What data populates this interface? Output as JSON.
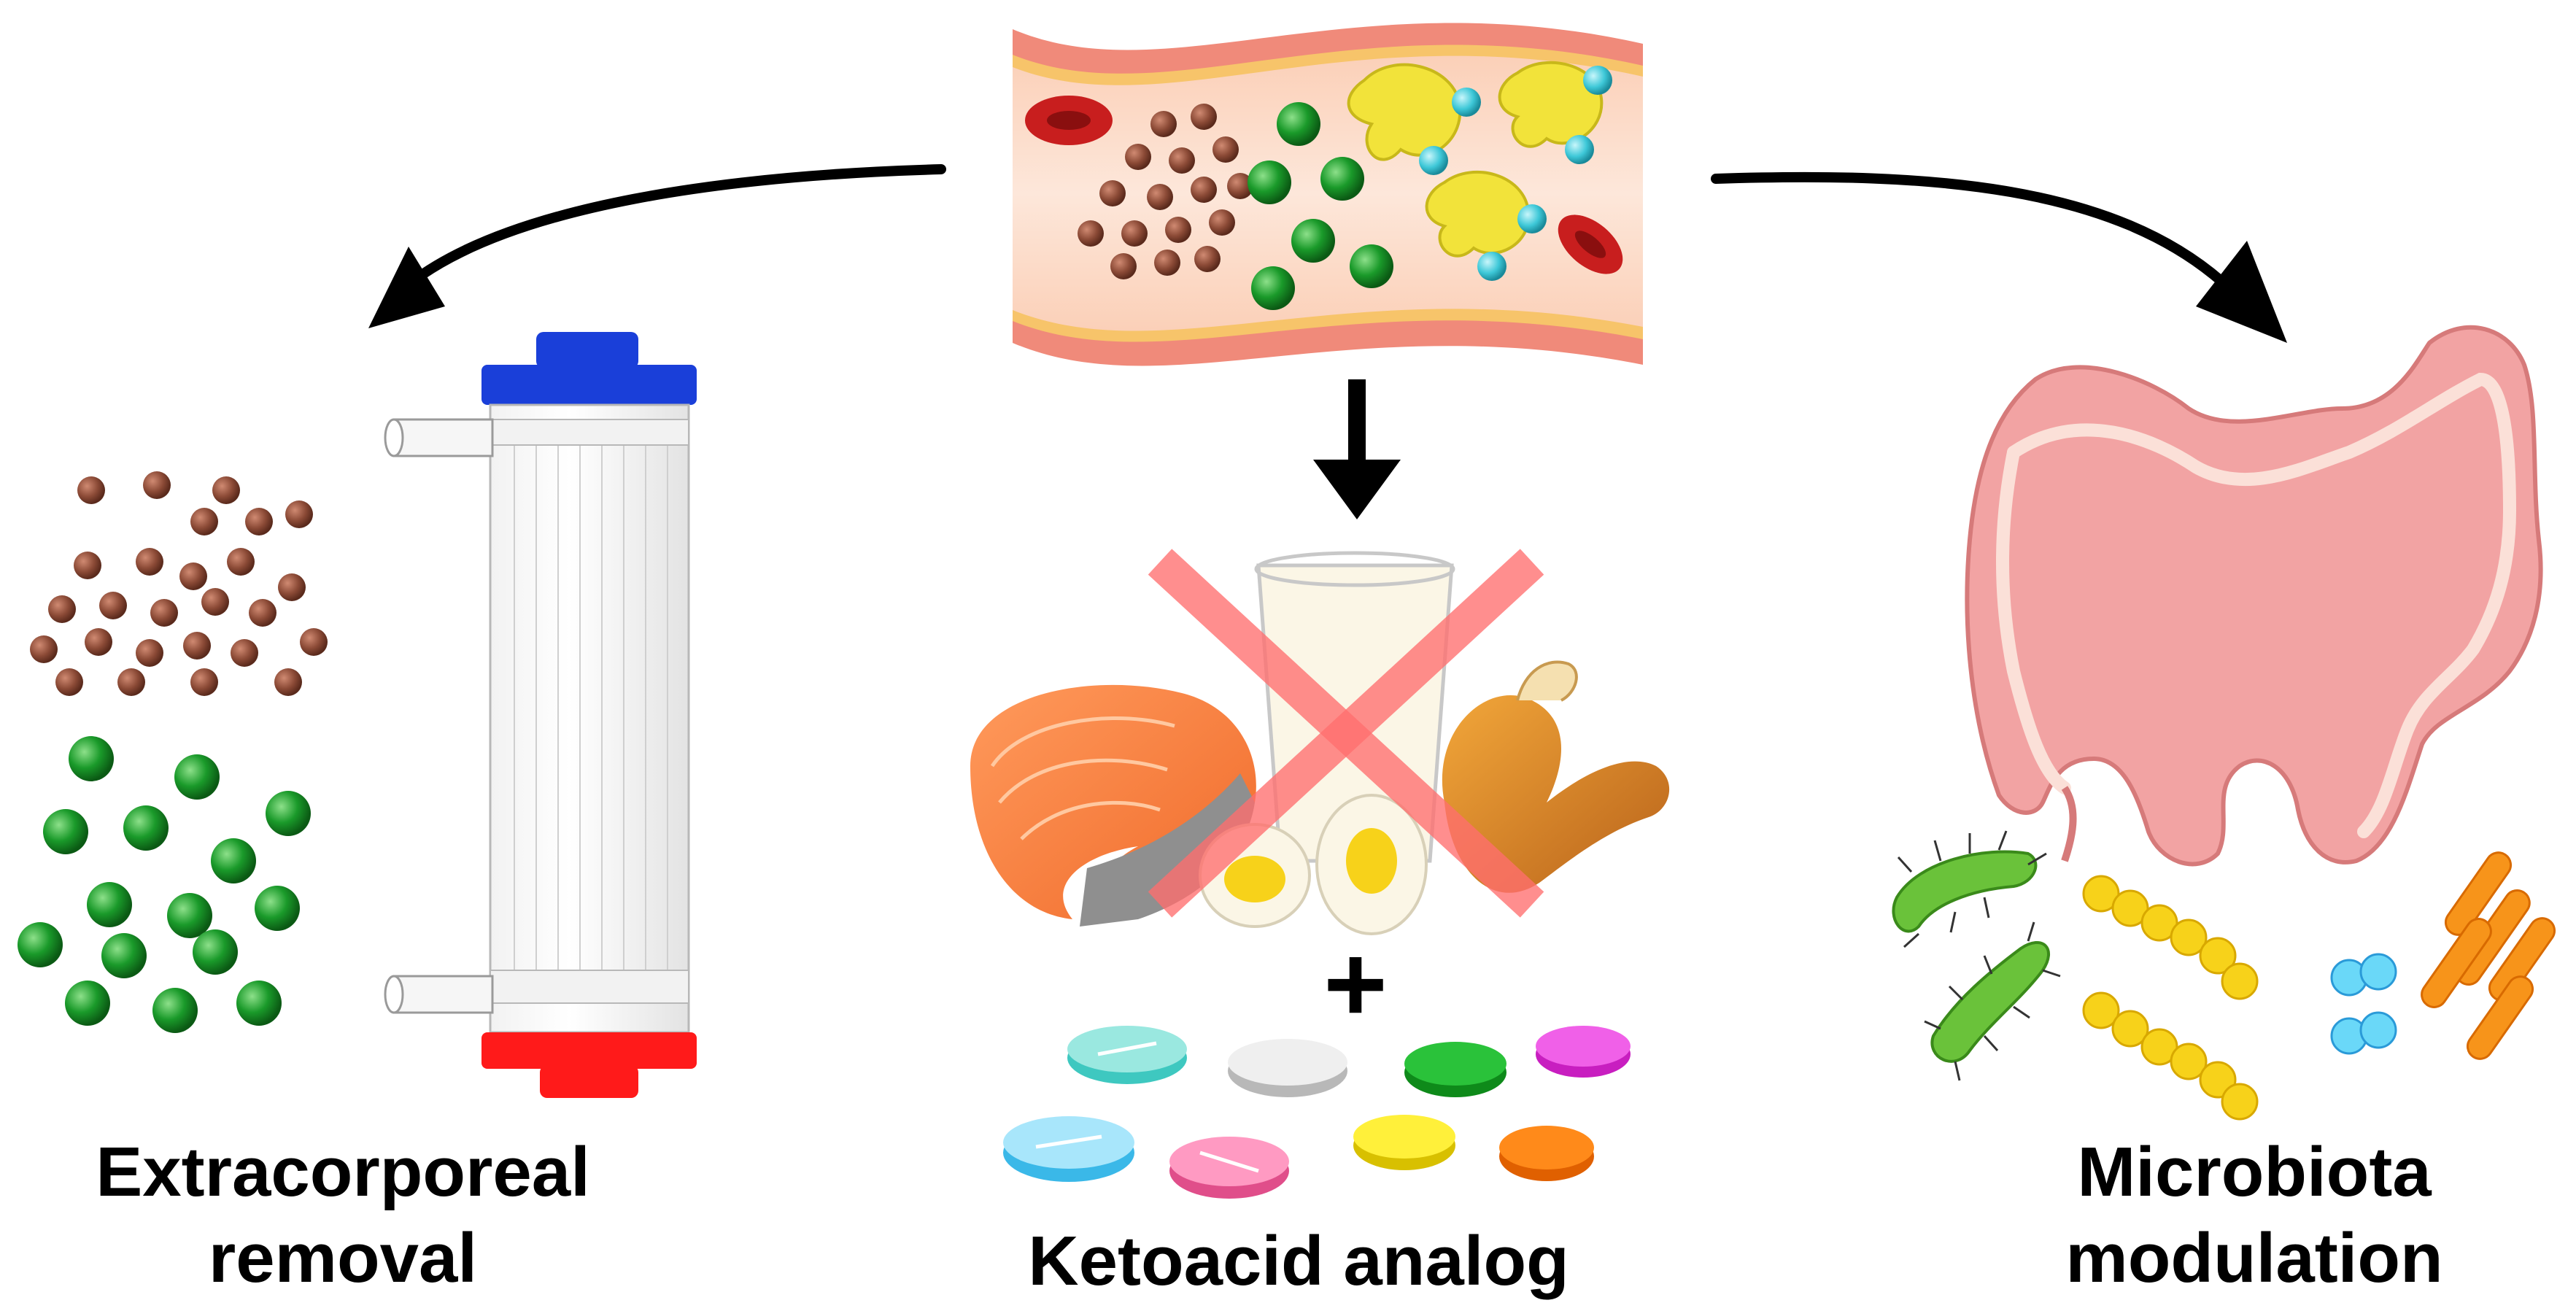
{
  "labels": {
    "extracorporeal_line1": "Extracorporeal",
    "extracorporeal_line2": "removal",
    "ketoacid": "Ketoacid analog",
    "microbiota_line1": "Microbiota",
    "microbiota_line2": "modulation"
  },
  "plus_sign": "+",
  "colors": {
    "toxin_small": "#8b4a36",
    "toxin_medium": "#1a9a2a",
    "protein_bound": "#f2e33a",
    "protein_ligand": "#3ec8d8",
    "rbc": "#c81e1e",
    "vessel_wall": "#f08080",
    "vessel_lumen": "#fde0cf",
    "dialyzer_cap_top": "#1a3fd9",
    "dialyzer_cap_bottom": "#ff1a1a",
    "cross": "#ff8080",
    "colon": "#f2a3a3"
  },
  "icons": [
    "blood-vessel",
    "dialyzer",
    "salmon",
    "milk-glass",
    "eggs",
    "chicken-leg",
    "pill",
    "colon",
    "bacteria"
  ]
}
